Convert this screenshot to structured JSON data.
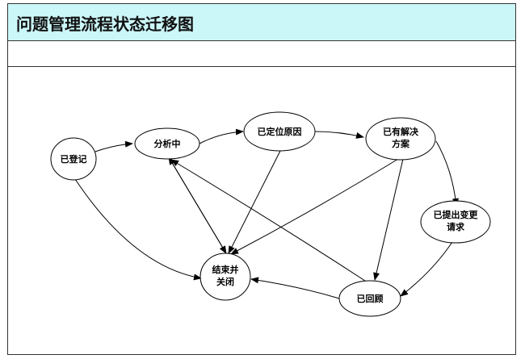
{
  "header": {
    "title": "问题管理流程状态迁移图"
  },
  "diagram": {
    "nodes": [
      {
        "id": "registered",
        "lines": [
          "已登记"
        ]
      },
      {
        "id": "analyzing",
        "lines": [
          "分析中"
        ]
      },
      {
        "id": "root_cause",
        "lines": [
          "已定位原因"
        ]
      },
      {
        "id": "solution",
        "lines": [
          "已有解决",
          "方案"
        ]
      },
      {
        "id": "change_request",
        "lines": [
          "已提出变更",
          "请求"
        ]
      },
      {
        "id": "reviewed",
        "lines": [
          "已回顾"
        ]
      },
      {
        "id": "closed",
        "lines": [
          "结束并",
          "关闭"
        ]
      }
    ],
    "edges": [
      {
        "from": "registered",
        "to": "analyzing"
      },
      {
        "from": "analyzing",
        "to": "root_cause"
      },
      {
        "from": "root_cause",
        "to": "solution"
      },
      {
        "from": "solution",
        "to": "change_request"
      },
      {
        "from": "change_request",
        "to": "reviewed"
      },
      {
        "from": "registered",
        "to": "closed"
      },
      {
        "from": "analyzing",
        "to": "closed"
      },
      {
        "from": "root_cause",
        "to": "closed"
      },
      {
        "from": "solution",
        "to": "closed"
      },
      {
        "from": "solution",
        "to": "reviewed"
      },
      {
        "from": "reviewed",
        "to": "closed"
      },
      {
        "from": "reviewed",
        "to": "analyzing"
      }
    ]
  }
}
